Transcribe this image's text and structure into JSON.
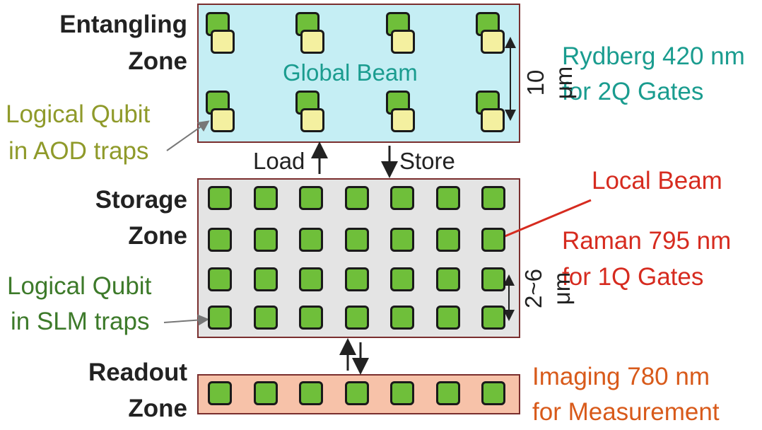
{
  "colors": {
    "entangling_fill": "#c5eef4",
    "storage_fill": "#e4e4e4",
    "readout_fill": "#f7c2a9",
    "box_border": "#7a2e2e",
    "qubit_green": "#6fbf3a",
    "qubit_yellow": "#f4f0a0",
    "teal_text": "#1a9c8f",
    "red_text": "#d62b1f",
    "orange_text": "#d85a1a",
    "olive_text": "#8f9a2a",
    "green_text": "#3d7a2a"
  },
  "zones": {
    "entangling": {
      "line1": "Entangling",
      "line2": "Zone",
      "beam_label": "Global Beam"
    },
    "storage": {
      "line1": "Storage",
      "line2": "Zone"
    },
    "readout": {
      "line1": "Readout",
      "line2": "Zone"
    }
  },
  "transfer": {
    "load": "Load",
    "store": "Store"
  },
  "spacing": {
    "entangling": "10 μm",
    "storage": "2~6 μm"
  },
  "notes": {
    "rydberg": {
      "line1": "Rydberg 420 nm",
      "line2": "for 2Q Gates"
    },
    "local_beam": "Local Beam",
    "raman": {
      "line1": "Raman 795 nm",
      "line2": "for 1Q Gates"
    },
    "imaging": {
      "line1": "Imaging 780 nm",
      "line2": "for Measurement"
    },
    "aod": {
      "line1": "Logical Qubit",
      "line2": "in AOD traps"
    },
    "slm": {
      "line1": "Logical Qubit",
      "line2": "in SLM traps"
    }
  }
}
